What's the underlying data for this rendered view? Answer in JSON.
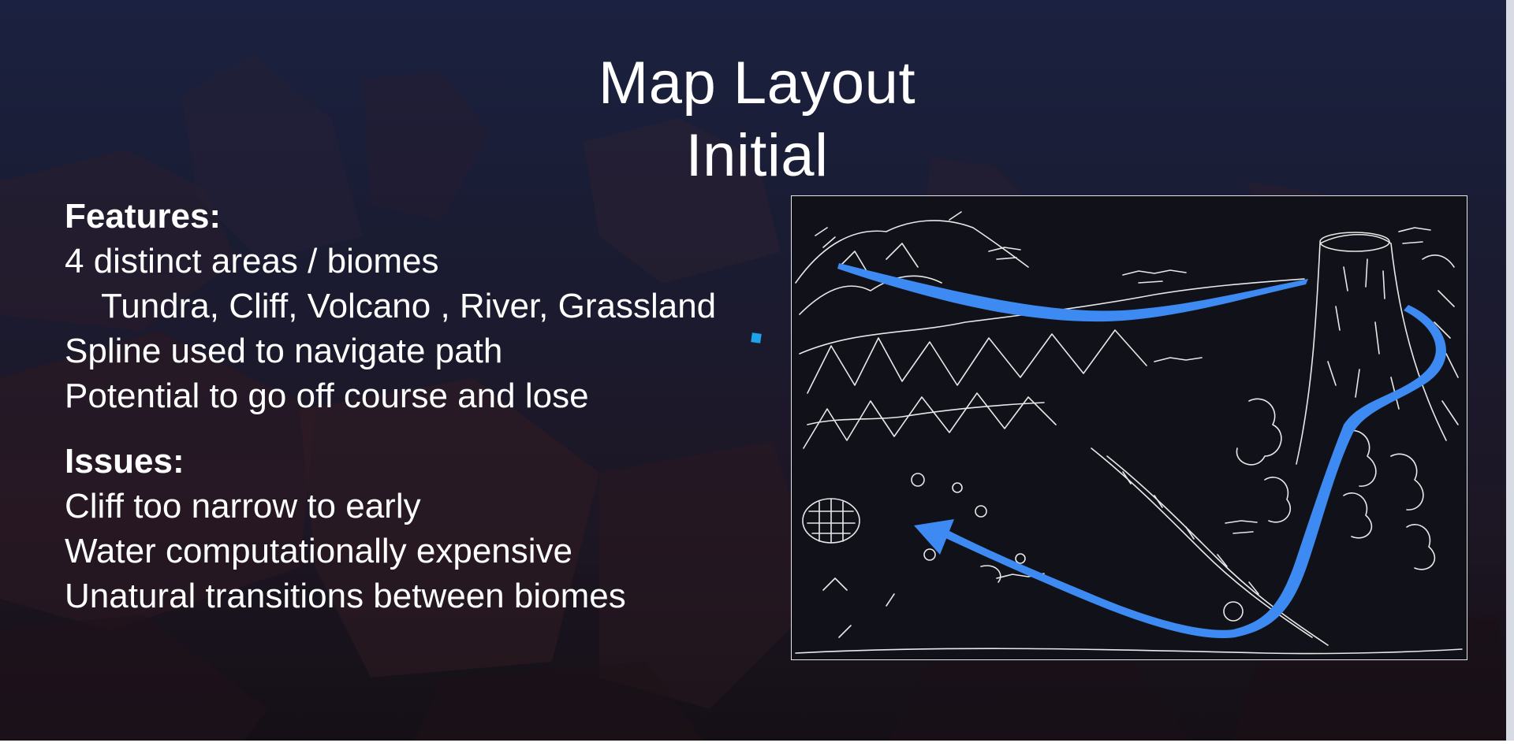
{
  "slide": {
    "title_line1": "Map Layout",
    "title_line2": "Initial",
    "features_heading": "Features:",
    "features": [
      "4 distinct areas / biomes",
      "Tundra, Cliff, Volcano , River, Grassland",
      "Spline used to navigate path",
      "Potential to go off course and lose"
    ],
    "issues_heading": "Issues:",
    "issues": [
      "Cliff too narrow to early",
      "Water computationally expensive",
      "Unatural transitions between biomes"
    ]
  },
  "colors": {
    "path_arrow": "#3d8bf2",
    "accent_dot": "#1fa3e8",
    "sketch_lines": "#e8e8e8"
  }
}
